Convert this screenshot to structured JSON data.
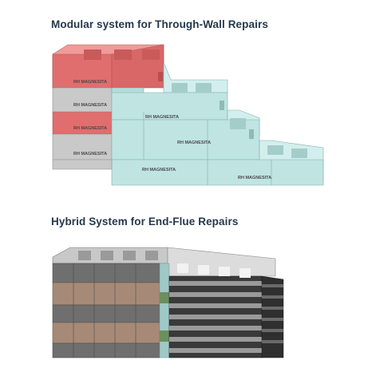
{
  "section_1": {
    "title": "Modular system for Through-Wall Repairs",
    "block_label": "RH MAGNESITA"
  },
  "section_2": {
    "title": "Hybrid System for End-Flue Repairs"
  },
  "colors": {
    "title": "#24394c",
    "salmon": "#e37777",
    "grey": "#cfcfcf",
    "teal": "#bfe4e2",
    "tan": "#a98d7b",
    "dark_grey": "#6f6f6f",
    "green": "#6b8f5e"
  }
}
